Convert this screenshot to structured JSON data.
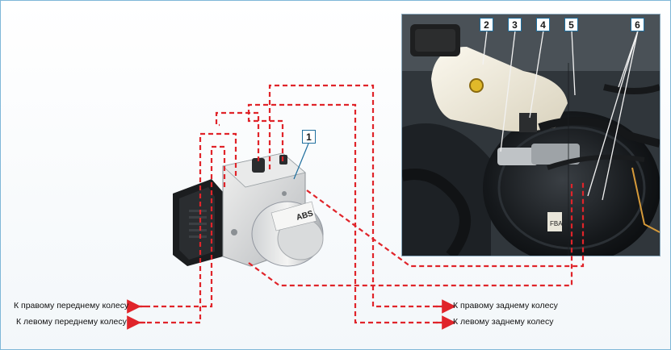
{
  "callouts": [
    "1",
    "2",
    "3",
    "4",
    "5",
    "6"
  ],
  "module_text": "ABS",
  "destinations": {
    "right_front": "К правому переднему колесу",
    "left_front": "К левому переднему колесу",
    "right_rear": "К правому заднему колесу",
    "left_rear": "К левому заднему колесу"
  },
  "colors": {
    "line": "#e0242a",
    "callout_border": "#1f6f9e",
    "frame": "#7fb7d8"
  }
}
